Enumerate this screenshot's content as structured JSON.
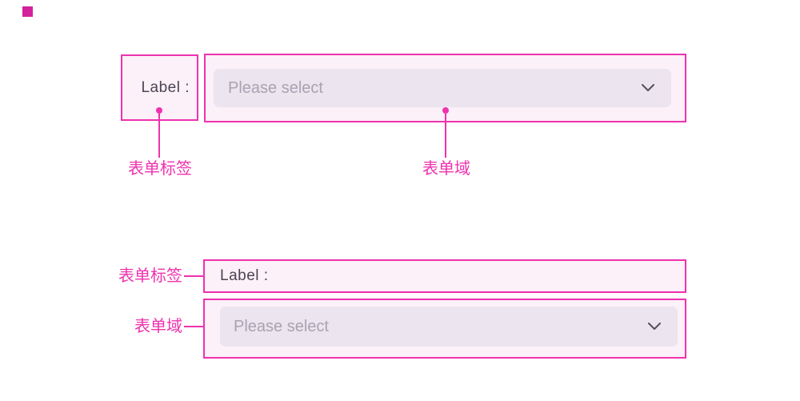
{
  "accent_color": "#ee32ae",
  "marker_square_color": "#d4219c",
  "box_fill_color": "#fcf0f9",
  "select_fill_color": "#ece4ef",
  "horizontal_form": {
    "label_text": "Label :",
    "field_placeholder": "Please select",
    "chevron_icon": "chevron-down-icon",
    "annotation_label": "表单标签",
    "annotation_field": "表单域"
  },
  "vertical_form": {
    "label_text": "Label :",
    "field_placeholder": "Please select",
    "chevron_icon": "chevron-down-icon",
    "annotation_label": "表单标签",
    "annotation_field": "表单域"
  }
}
